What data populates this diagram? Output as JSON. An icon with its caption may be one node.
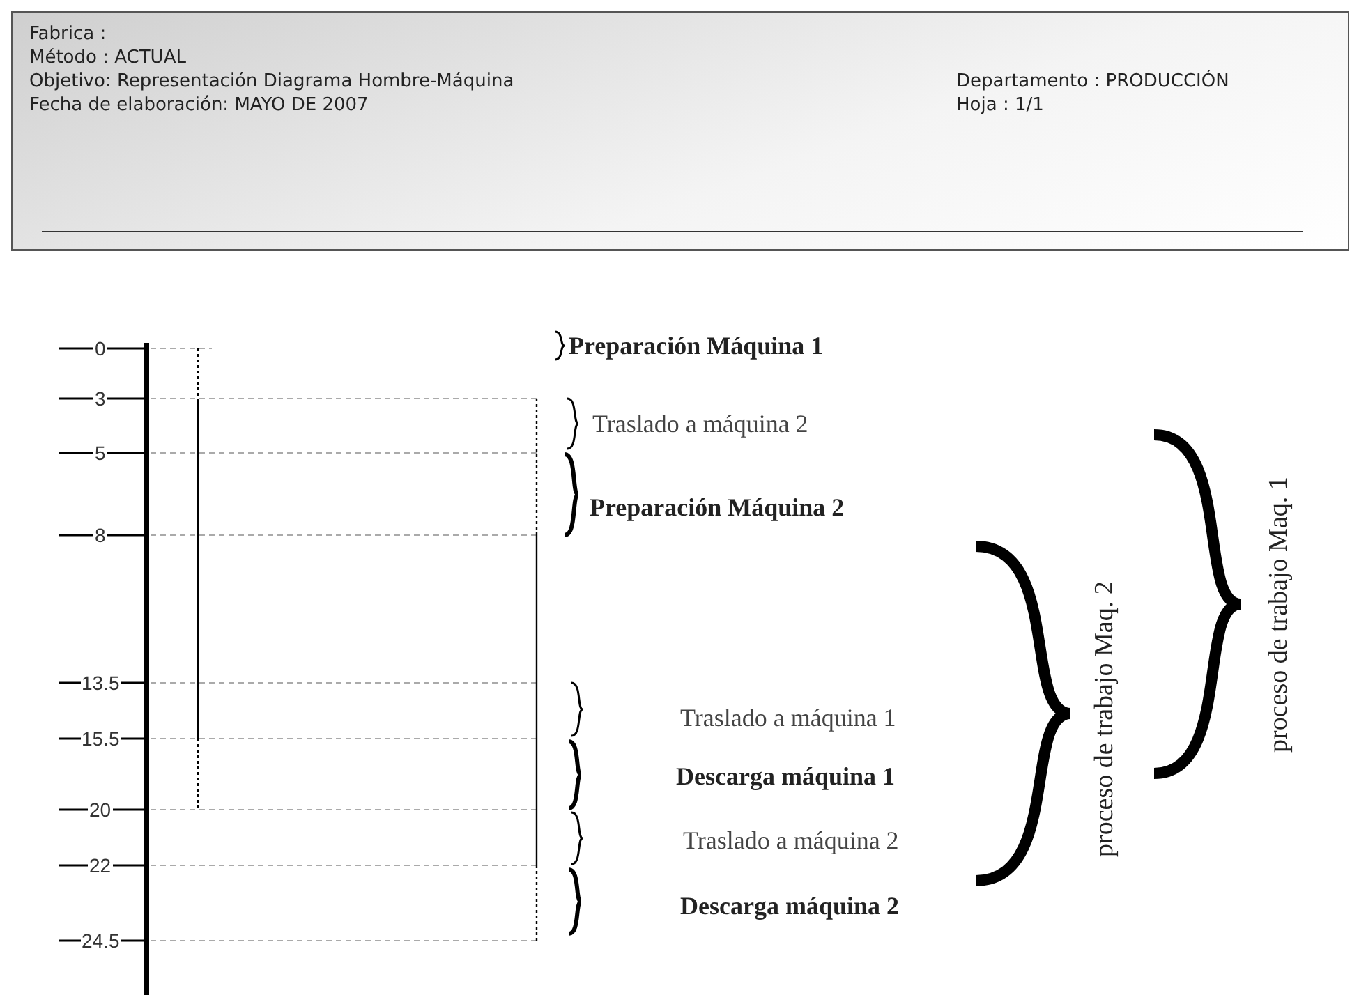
{
  "diagram": {
    "labels": [
      "Fabrica :",
      "Método : ACTUAL",
      "Objetivo: Representación Diagrama Hombre-Máquina",
      "Fecha de elaboración: MAYO DE 2007",
      "Departamento : PRODUCCIÓN",
      "Hoja : 1/1",
      "0",
      "3",
      "5",
      "8",
      "13.5",
      "15.5",
      "20",
      "22",
      "24.5",
      "Preparación Máquina 1",
      "Traslado a máquina 2",
      "Preparación Máquina 2",
      "Traslado a máquina 1",
      "Descarga máquina 1",
      "Traslado a máquina 2",
      "Descarga máquina 2",
      "proceso de trabajo Maq. 2",
      "proceso de trabajo Maq. 1"
    ]
  }
}
